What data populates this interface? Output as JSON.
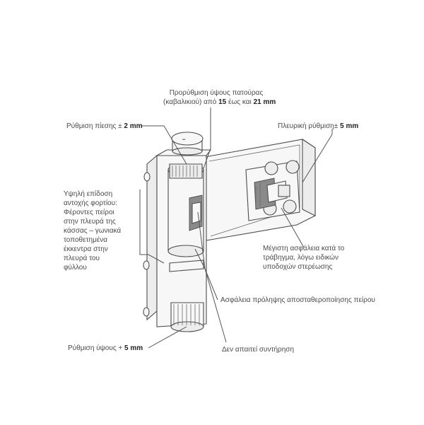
{
  "labels": {
    "pre_adjust_line1": "Προρύθμιση ύψους πατούρας",
    "pre_adjust_line2_prefix": "(καβαλικιού) από ",
    "pre_adjust_from": "15",
    "pre_adjust_mid": " έως και ",
    "pre_adjust_to": "21 mm",
    "pressure_prefix": "Ρύθμιση πίεσης ± ",
    "pressure_value": "2 mm",
    "lateral_prefix": "Πλευρική ρύθμιση± ",
    "lateral_value": "5 mm",
    "loadbearing_lines": [
      "Υψηλή επίδοση",
      "αντοχής φορτίου:",
      "Φέροντες πείροι",
      "στην πλευρά της",
      "κάσσας – γωνιακά",
      "τοποθετημένα",
      "έκκεντρα στην",
      "πλευρά του",
      "φύλλου"
    ],
    "security_lines": [
      "Μέγιστη ασφάλεια κατά το",
      "τράβηγμα, λόγω ειδικών",
      "υποδοχών στερέωσης"
    ],
    "pin_safety": "Ασφάλεια πρόληψης αποσταθεροποίησης πείρου",
    "height_prefix": "Ρύθμιση ύψους + ",
    "height_value": "5 mm",
    "maintenance": "Δεν απαιτεί συντήρηση"
  }
}
